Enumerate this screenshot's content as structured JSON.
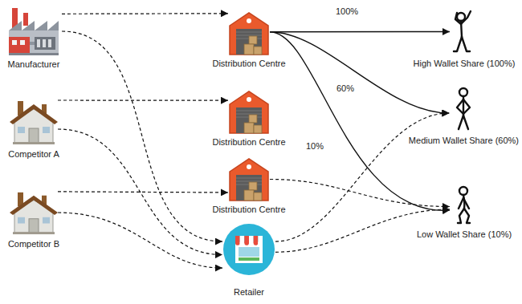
{
  "diagram": {
    "nodes": [
      {
        "text": [
          "Manufacturer"
        ]
      },
      {
        "text": [
          "Competitor A"
        ]
      },
      {
        "text": [
          "Competitor B"
        ]
      },
      {
        "text": [
          "Distribution Centre"
        ]
      },
      {
        "text": [
          "Distribution Centre"
        ]
      },
      {
        "text": [
          "Distribution Centre"
        ]
      },
      {
        "text": [
          "Retailer"
        ]
      },
      {
        "text": [
          "High Wallet Share (100%)"
        ]
      },
      {
        "text": [
          "Medium Wallet Share (60%)"
        ]
      },
      {
        "text": [
          "Low Wallet Share (10%)"
        ]
      }
    ],
    "edges": [
      {
        "from": 0,
        "to": 3,
        "arrow": "to"
      },
      {
        "from": 0,
        "to": 6,
        "arrow": "to"
      },
      {
        "from": 1,
        "to": 4,
        "arrow": "to"
      },
      {
        "from": 1,
        "to": 6,
        "arrow": "to"
      },
      {
        "from": 2,
        "to": 5,
        "arrow": "to"
      },
      {
        "from": 2,
        "to": 6,
        "arrow": "to"
      },
      {
        "from": 3,
        "to": 7,
        "label": "100%",
        "arrow": "to"
      },
      {
        "from": 3,
        "to": 8,
        "label": "60%",
        "arrow": "to"
      },
      {
        "from": 3,
        "to": 9,
        "label": "10%",
        "arrow": "to"
      },
      {
        "from": 5,
        "to": 9,
        "arrow": "to"
      },
      {
        "from": 6,
        "to": 8,
        "arrow": "to"
      },
      {
        "from": 6,
        "to": 9,
        "arrow": "to"
      }
    ]
  }
}
